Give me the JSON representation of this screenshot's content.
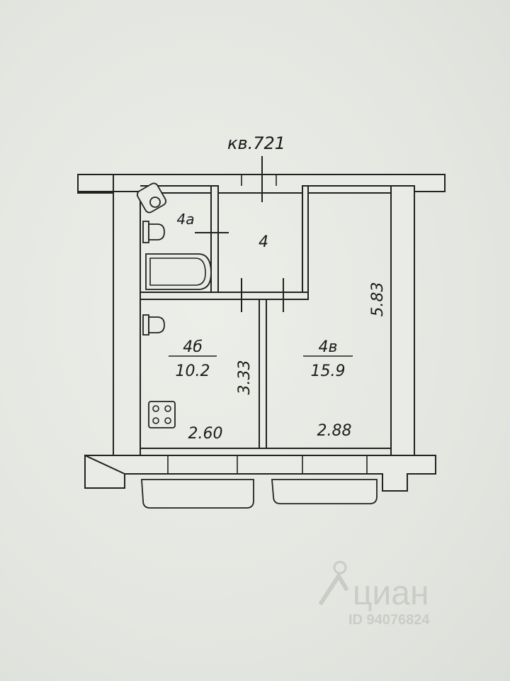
{
  "apartment": {
    "label": "кв.721"
  },
  "rooms": [
    {
      "id": "4",
      "label": "4"
    },
    {
      "id": "4a",
      "label": "4а"
    },
    {
      "id": "4b",
      "label": "4б",
      "area": "10.2"
    },
    {
      "id": "4v",
      "label": "4в",
      "area": "15.9"
    }
  ],
  "dimensions": {
    "kitchen_height": "3.33",
    "kitchen_width": "2.60",
    "room_width": "2.88",
    "room_height": "5.83"
  },
  "watermark": {
    "brand": "циан",
    "id_text": "ID 94076824"
  },
  "colors": {
    "paper": "#e6e8e3",
    "ink": "#222222",
    "watermark": "#c9ccc7"
  }
}
